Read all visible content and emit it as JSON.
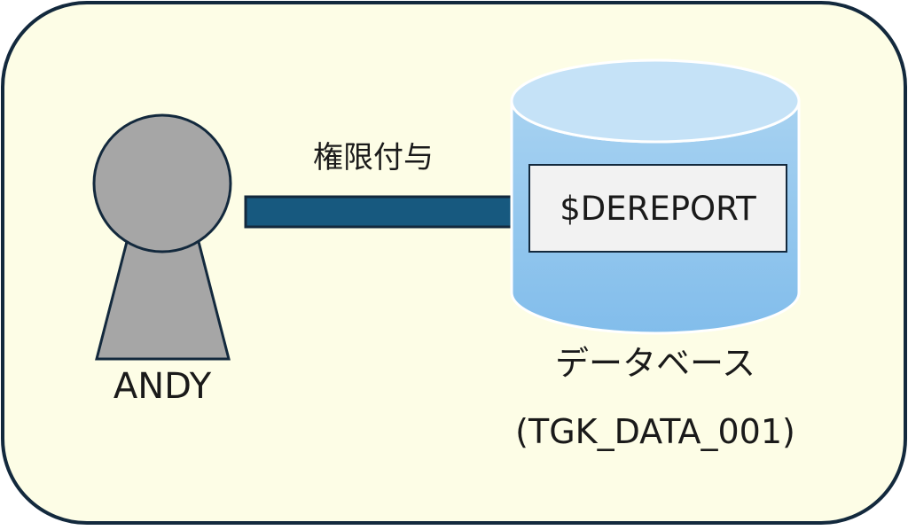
{
  "user": {
    "name": "ANDY"
  },
  "arrow": {
    "label": "権限付与"
  },
  "database": {
    "object_label": "$DEREPORT",
    "caption": "データベース",
    "name": "(TGK_DATA_001)"
  },
  "colors": {
    "panel_fill": "#fdfde6",
    "outline": "#13293d",
    "person_fill": "#a6a6a6",
    "arrow_fill": "#17597f",
    "db_body_top": "#a7d2f1",
    "db_body_bottom": "#82bdeb",
    "db_top_fill": "#c5e2f7",
    "db_label_box": "#f2f2f2"
  }
}
